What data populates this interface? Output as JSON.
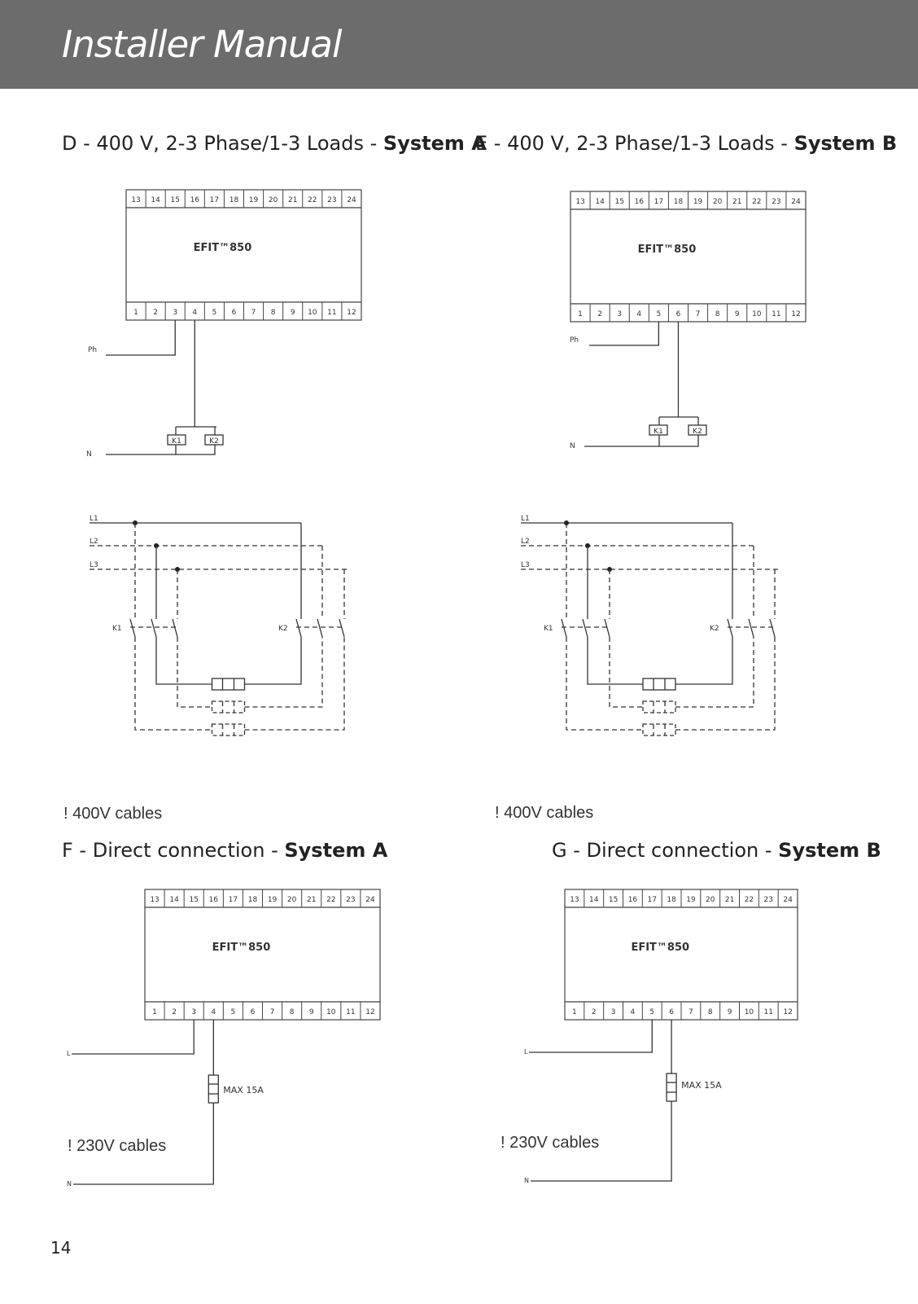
{
  "header": {
    "title": "Installer Manual"
  },
  "sections": [
    {
      "id": "D",
      "title_prefix": "D - 400 V, 2-3 Phase/1-3 Loads - ",
      "title_bold": "System A",
      "device_label": "EFIT™850",
      "note": "! 400V cables"
    },
    {
      "id": "E",
      "title_prefix": "E - 400 V, 2-3 Phase/1-3 Loads - ",
      "title_bold": "System B",
      "device_label": "EFIT™850",
      "note": "! 400V cables"
    },
    {
      "id": "F",
      "title_prefix": "F - Direct connection - ",
      "title_bold": "System A",
      "device_label": "EFIT™850",
      "note": "! 230V cables",
      "fuse_label": "MAX 15A"
    },
    {
      "id": "G",
      "title_prefix": "G - Direct connection - ",
      "title_bold": "System B",
      "device_label": "EFIT™850",
      "note": "! 230V cables",
      "fuse_label": "MAX 15A"
    }
  ],
  "terminals": {
    "top": [
      "13",
      "14",
      "15",
      "16",
      "17",
      "18",
      "19",
      "20",
      "21",
      "22",
      "23",
      "24"
    ],
    "bottom": [
      "1",
      "2",
      "3",
      "4",
      "5",
      "6",
      "7",
      "8",
      "9",
      "10",
      "11",
      "12"
    ]
  },
  "wire_labels": {
    "phase": "Ph",
    "neutral": "N",
    "line": "L",
    "contactor_1": "K1",
    "contactor_2": "K2",
    "l1": "L1",
    "l2": "L2",
    "l3": "L3"
  },
  "page_number": "14"
}
